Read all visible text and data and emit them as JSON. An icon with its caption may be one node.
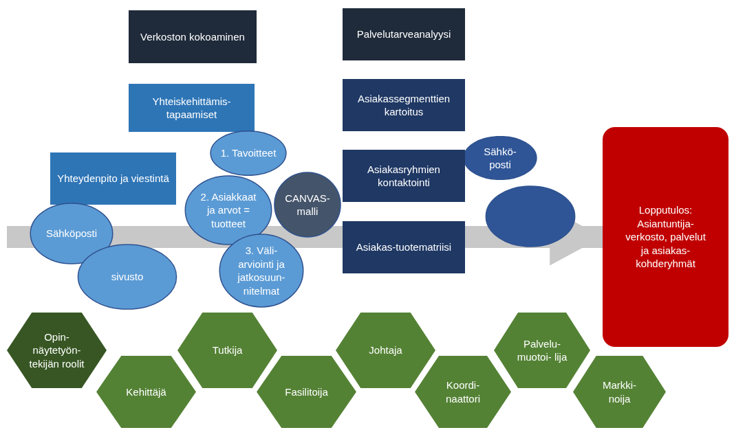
{
  "diagram": {
    "nodes": [
      {
        "text": [
          "Verkoston kokoaminen"
        ]
      },
      {
        "text": [
          "Palvelutarveanalyysi"
        ]
      },
      {
        "text": [
          "Yhteiskehittämis- tapaamiset"
        ]
      },
      {
        "text": [
          "Asiakassegmenttien kartoitus"
        ]
      },
      {
        "text": [
          "1. Tavoitteet"
        ]
      },
      {
        "text": [
          "Sähkö- posti"
        ]
      },
      {
        "text": [
          "Yhteydenpito ja viestintä"
        ]
      },
      {
        "text": [
          "Asiakasryhmien kontaktointi"
        ]
      },
      {
        "text": [
          "2. Asiakkaat ja arvot = tuotteet"
        ]
      },
      {
        "text": [
          "CANVAS- malli"
        ]
      },
      {
        "text": [],
        "shape": "ellipse"
      },
      {
        "text": [
          "Sähköposti"
        ]
      },
      {
        "text": [
          "Asiakas-tuotematriisi"
        ]
      },
      {
        "text": [
          "Lopputulos: Asiantuntija- verkosto, palvelut ja asiakas- kohderyhmät"
        ]
      },
      {
        "text": [
          "sivusto"
        ]
      },
      {
        "text": [
          "3. Väli- arviointi ja jatkosuun- nitelmat"
        ]
      },
      {
        "text": [
          "Opin- näytetyön- tekijän roolit"
        ]
      },
      {
        "text": [
          "Kehittäjä"
        ]
      },
      {
        "text": [
          "Tutkija"
        ]
      },
      {
        "text": [
          "Fasilitoija"
        ]
      },
      {
        "text": [
          "Johtaja"
        ]
      },
      {
        "text": [
          "Koordi- naattori"
        ]
      },
      {
        "text": [
          "Palvelu- muotoi- lija"
        ]
      },
      {
        "text": [
          "Markki- noija"
        ]
      }
    ],
    "edges": [
      {
        "from": null,
        "to": 13,
        "arrow": "to"
      }
    ]
  }
}
